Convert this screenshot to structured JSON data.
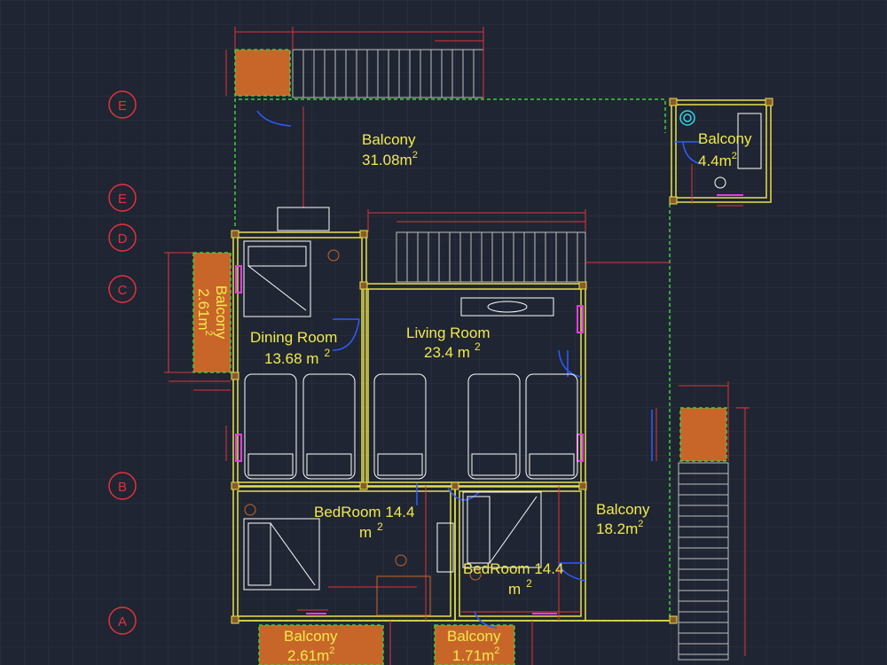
{
  "grid_axes": [
    "E",
    "E",
    "D",
    "C",
    "B",
    "A"
  ],
  "rooms": {
    "balcony_top": {
      "name": "Balcony",
      "area": "31.08m",
      "sup": "2"
    },
    "balcony_small": {
      "name": "Balcony",
      "area": "4.4m",
      "sup": "2"
    },
    "balcony_left": {
      "name": "Balcony",
      "area": "2.61m",
      "sup": "2"
    },
    "dining": {
      "name": "Dining Room",
      "area": "13.68 m",
      "sup": "2"
    },
    "living": {
      "name": "Living Room",
      "area": "23.4 m",
      "sup": "2"
    },
    "bedroom1": {
      "name": "BedRoom 14.4",
      "area": "m",
      "sup": "2"
    },
    "bedroom2": {
      "name": "BedRoom 14.4",
      "area": "m",
      "sup": "2"
    },
    "balcony_right": {
      "name": "Balcony",
      "area": "18.2m",
      "sup": "2"
    },
    "balcony_bottom_left": {
      "name": "Balcony",
      "area": "2.61m",
      "sup": "2"
    },
    "balcony_bottom_mid": {
      "name": "Balcony",
      "area": "1.71m",
      "sup": "2"
    }
  },
  "colors": {
    "background": "#1f2532",
    "grid": "#2c3444",
    "wall": "#e8e14a",
    "dimension": "#e2323c",
    "room_text": "#f2ea4a",
    "balcony_fill": "#c8662a",
    "dashed_boundary": "#3ad23a",
    "furniture": "#ffffff",
    "door": "#2f5cff",
    "accent": "#e23ce2",
    "cyan": "#2fd8e8"
  }
}
